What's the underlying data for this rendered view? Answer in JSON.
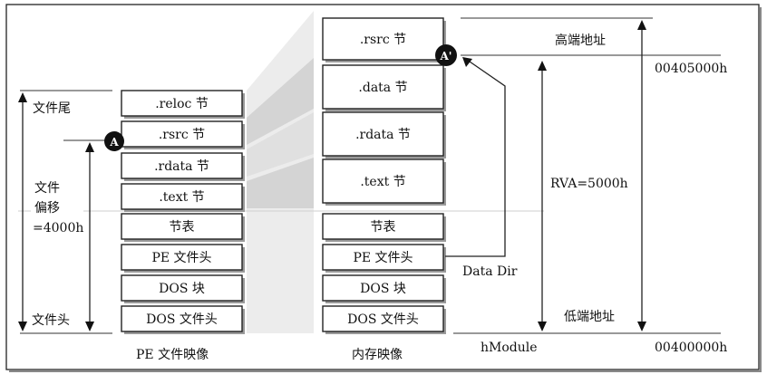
{
  "file_image": {
    "caption": "PE 文件映像",
    "sections": [
      ".reloc 节",
      ".rsrc 节",
      ".rdata 节",
      ".text 节",
      "节表",
      "PE 文件头",
      "DOS 块",
      "DOS 文件头"
    ],
    "end_label": "文件尾",
    "start_label": "文件头",
    "offset_label_lines": [
      "文件",
      "偏移",
      "=4000h"
    ],
    "marker": "A"
  },
  "memory_image": {
    "caption": "内存映像",
    "sections": [
      ".rsrc 节",
      ".data 节",
      ".rdata 节",
      ".text 节",
      "节表",
      "PE 文件头",
      "DOS 块",
      "DOS 文件头"
    ],
    "marker": "A'"
  },
  "annotations": {
    "high_address": "高端地址",
    "low_address": "低端地址",
    "rva": "RVA=5000h",
    "data_dir": "Data Dir",
    "hmodule": "hModule",
    "addr_top": "00405000h",
    "addr_bottom": "00400000h"
  },
  "colors": {
    "shadow": "#9a9a9a",
    "marker_fill": "#111111",
    "funnel": "#e9e9e9"
  }
}
